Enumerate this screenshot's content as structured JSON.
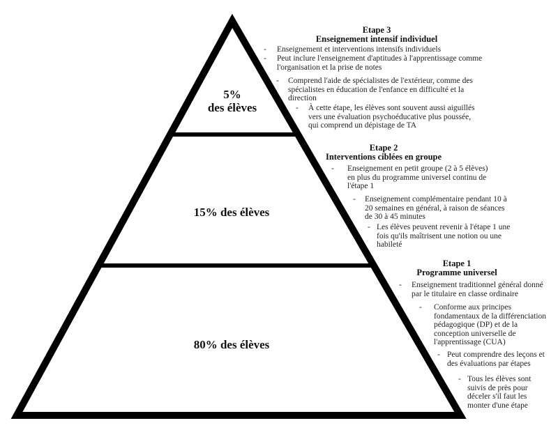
{
  "pyramid": {
    "top": {
      "label_line1": "5%",
      "label_line2": "des élèves"
    },
    "middle": {
      "label": "15% des élèves"
    },
    "bottom": {
      "label": "80% des élèves"
    }
  },
  "tiers": [
    {
      "title": "Etape 3",
      "subtitle": "Enseignement intensif individuel",
      "bullets": [
        "Enseignement et interventions intensifs individuels",
        "Peut inclure l'enseignement d'aptitudes à l'apprentissage comme l'organisation et la prise de notes",
        "Comprend l'aide de spécialistes de l'extérieur, comme des spécialistes en éducation de l'enfance en difficulté et la direction",
        "À cette étape, les élèves sont souvent aussi aiguillés vers une évaluation psychoéducative plus poussée, qui comprend un dépistage de TA"
      ]
    },
    {
      "title": "Etape 2",
      "subtitle": "Interventions ciblées en groupe",
      "bullets": [
        "Enseignement en petit groupe (2 à 5 élèves) en plus du programme universel continu de l'étape 1",
        "Enseignement complémentaire pendant 10 à 20 semaines en général, à raison de séances de 30 à 45 minutes",
        "Les élèves peuvent revenir à l'étape 1 une fois qu'ils maîtrisent une notion ou une habileté"
      ]
    },
    {
      "title": "Etape 1",
      "subtitle": "Programme universel",
      "bullets": [
        "Enseignement traditionnel général donné par le titulaire en classe ordinaire",
        "Conforme aux principes fondamentaux de la différenciation pédagogique (DP) et de la conception universelle de l'apprentissage (CUA)",
        "Peut comprendre des leçons et des évaluations par étapes",
        "Tous les élèves sont suivis de près pour déceler s'il faut les monter d'une étape"
      ]
    }
  ],
  "dash": "-"
}
